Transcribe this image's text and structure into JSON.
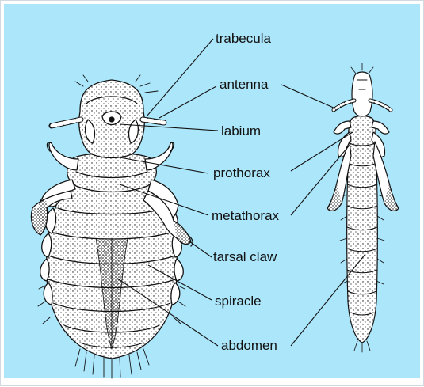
{
  "figure": {
    "background_color": "#ace6fa",
    "ink_color": "#111111",
    "labels": {
      "trabecula": "trabecula",
      "antenna": "antenna",
      "labium": "labium",
      "prothorax": "prothorax",
      "metathorax": "metathorax",
      "tarsal_claw": "tarsal claw",
      "spiracle": "spiracle",
      "abdomen": "abdomen"
    }
  }
}
